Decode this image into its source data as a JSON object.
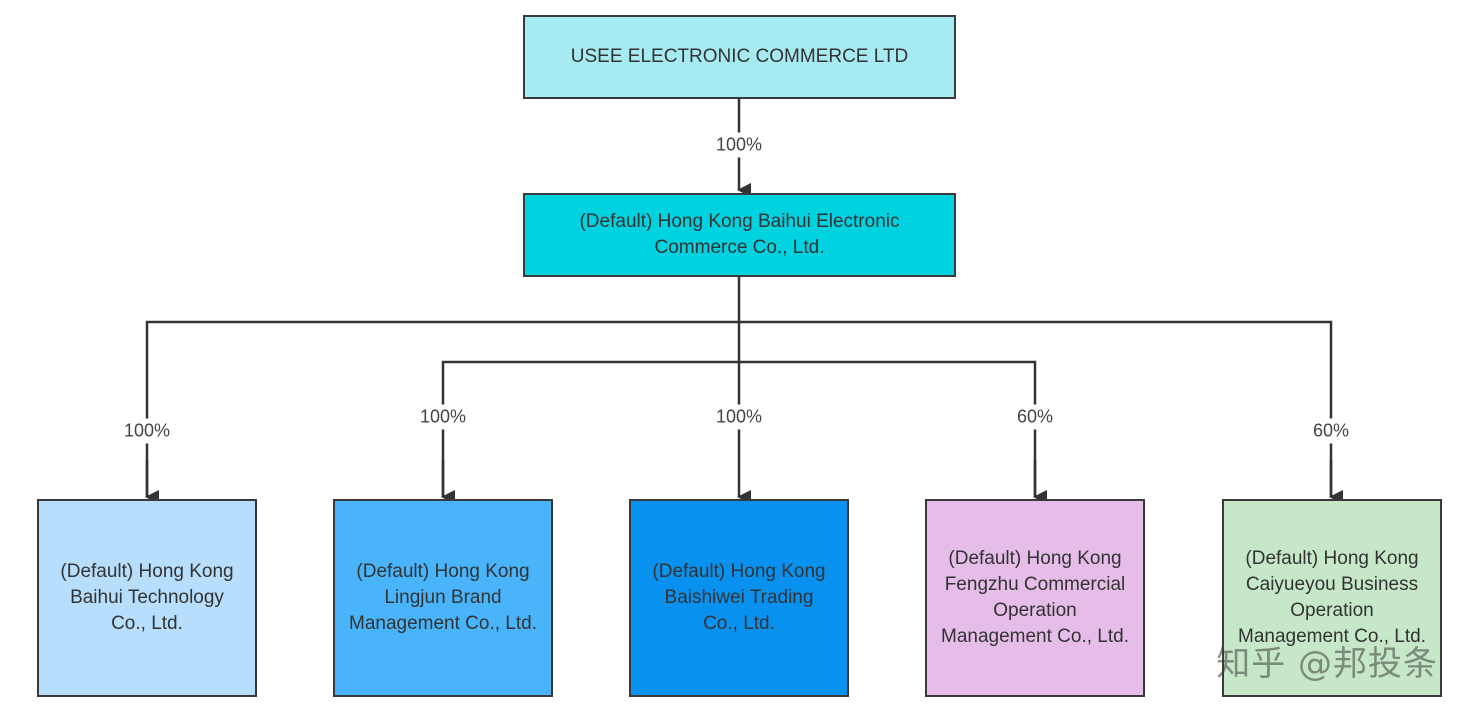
{
  "root": {
    "label": "USEE ELECTRONIC COMMERCE LTD",
    "color": "#a6eaf2"
  },
  "root_edge": {
    "label": "100%"
  },
  "mid": {
    "label": "(Default) Hong Kong Baihui Electronic Commerce Co., Ltd.",
    "color": "#00d2e0"
  },
  "children": [
    {
      "label": "(Default) Hong Kong Baihui Technology Co., Ltd.",
      "edge": "100%",
      "color": "#b7defd"
    },
    {
      "label": "(Default) Hong Kong Lingjun Brand Management Co., Ltd.",
      "edge": "100%",
      "color": "#49b4fa"
    },
    {
      "label": "(Default) Hong Kong Baishiwei Trading Co., Ltd.",
      "edge": "100%",
      "color": "#0991f0"
    },
    {
      "label": "(Default) Hong Kong Fengzhu Commercial Operation Management Co., Ltd.",
      "edge": "60%",
      "color": "#e6bde9"
    },
    {
      "label": "(Default) Hong Kong Caiyueyou Business Operation Management Co., Ltd.",
      "edge": "60%",
      "color": "#c6e8c8"
    }
  ],
  "watermark": "知乎 @邦投条"
}
